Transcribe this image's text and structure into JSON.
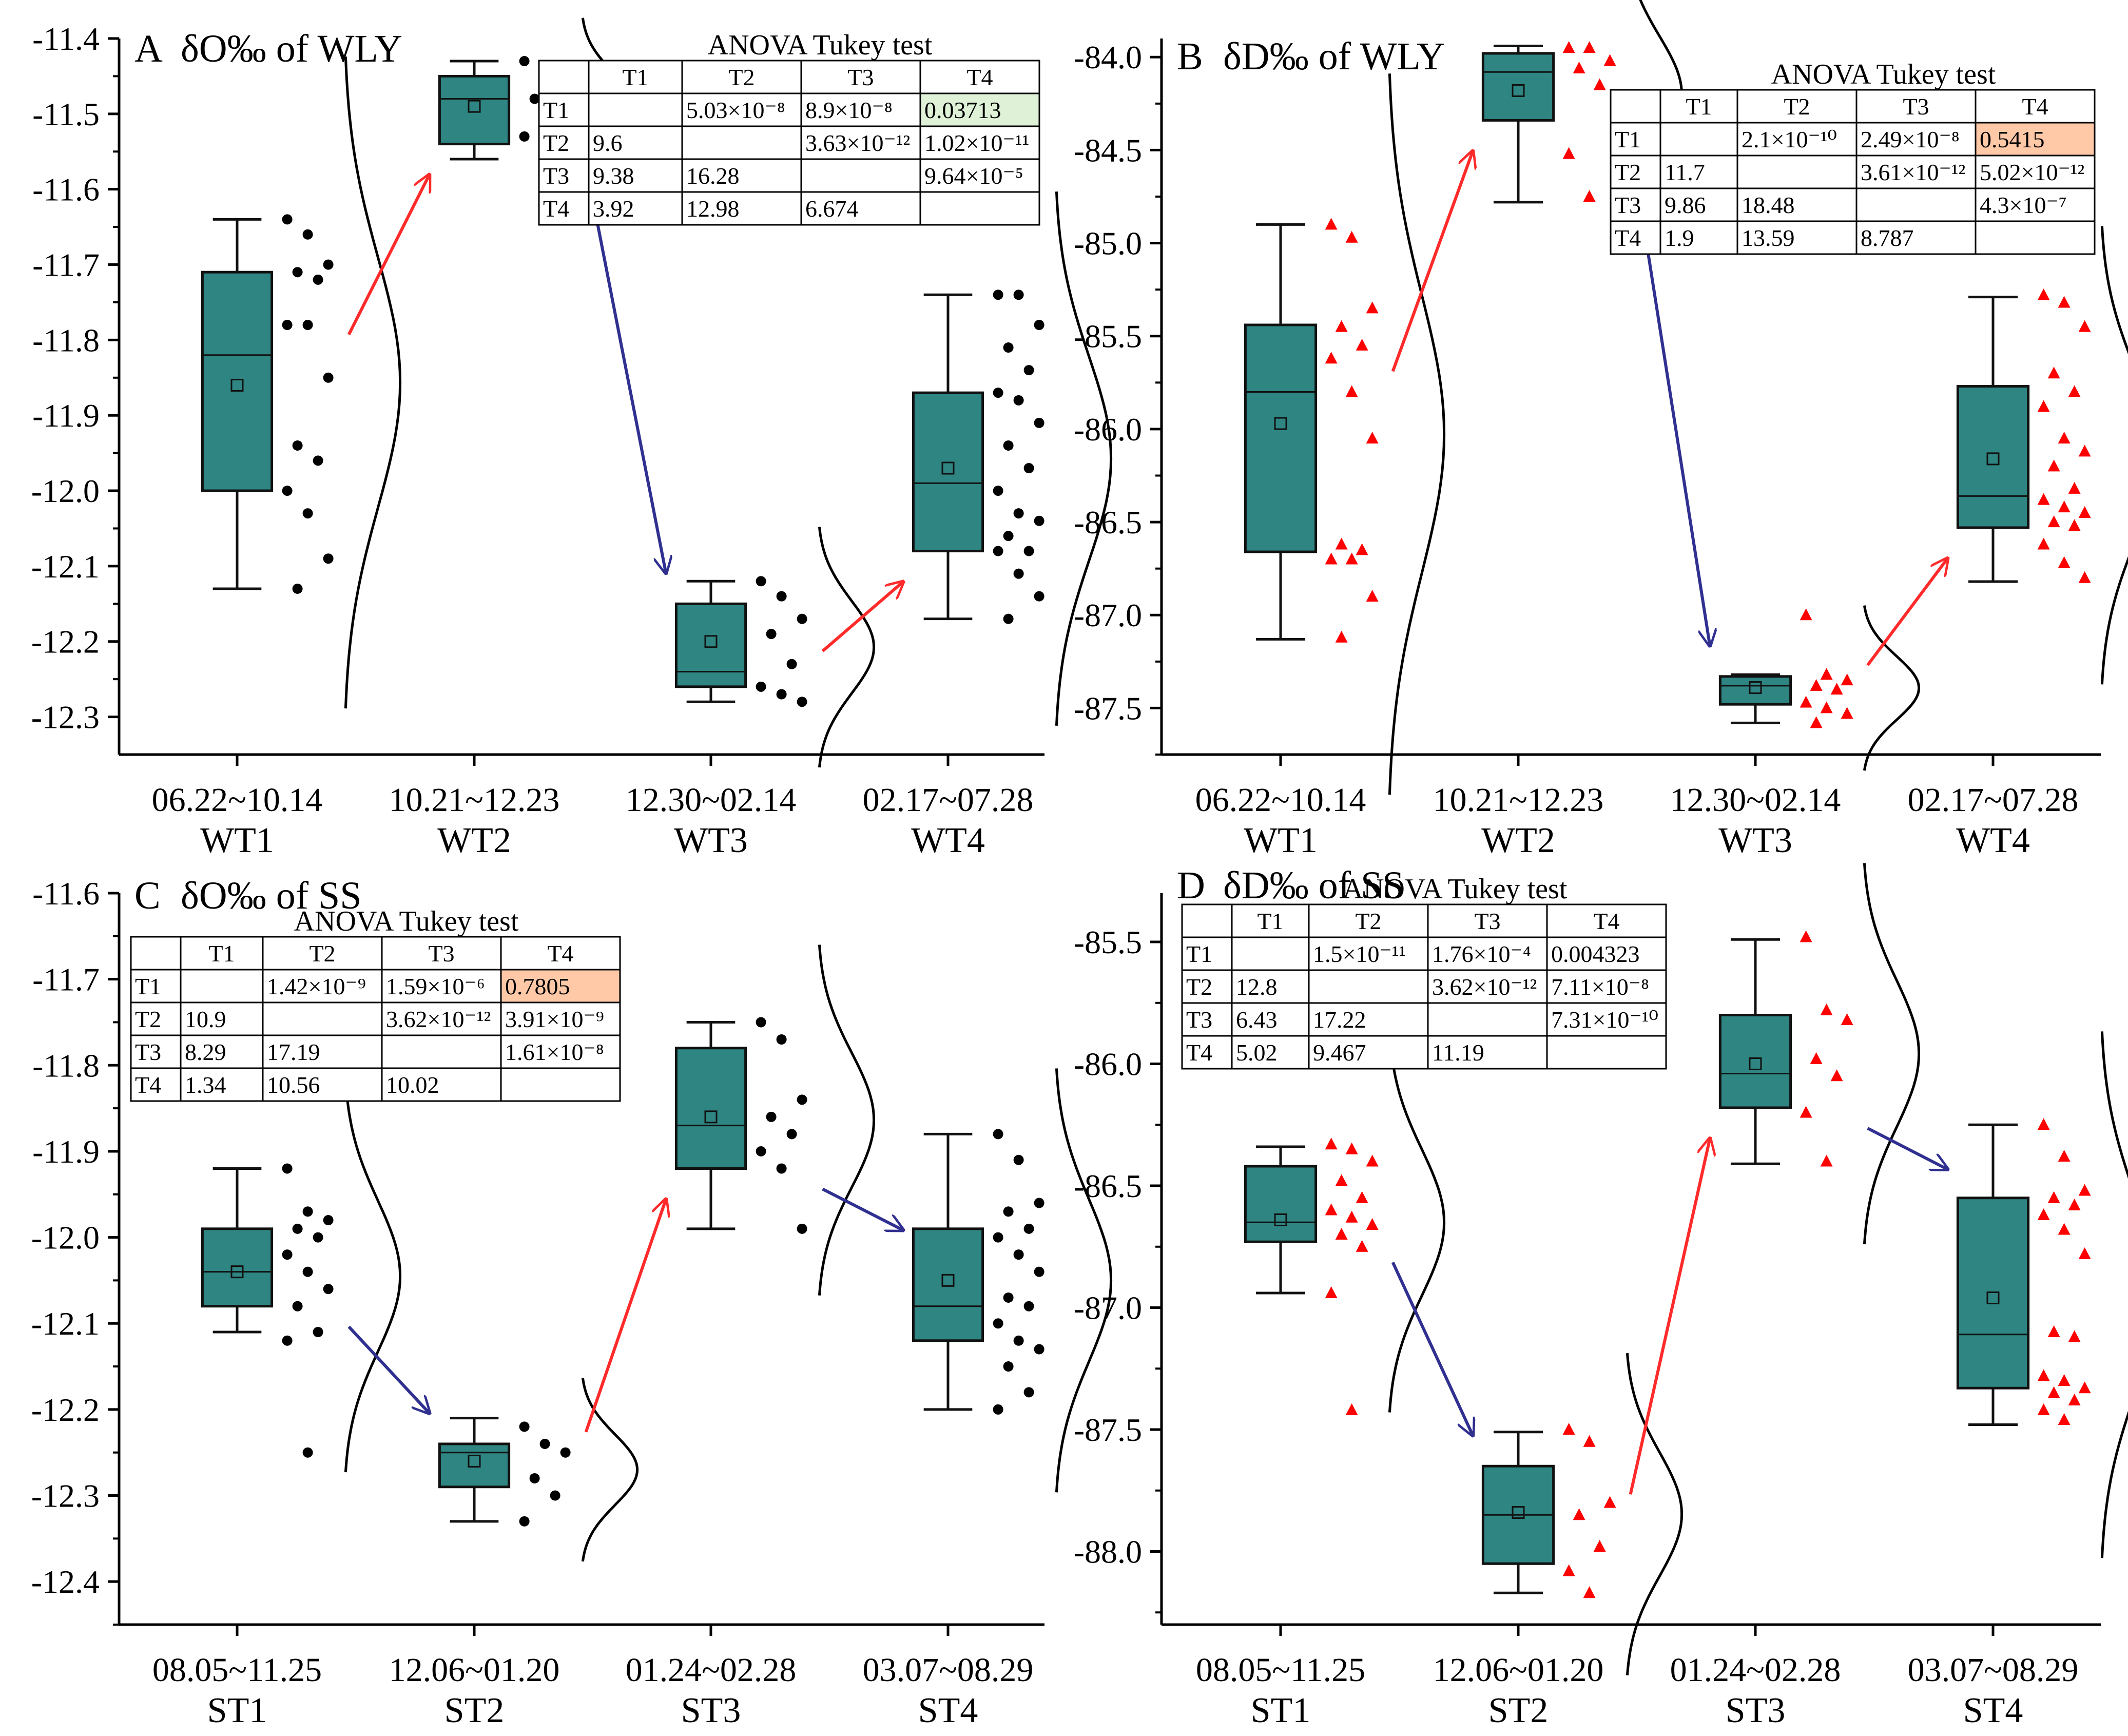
{
  "colors": {
    "box_fill": "#2e8582",
    "box_stroke": "#111111",
    "marker_black": "#000000",
    "marker_red": "#ff0000",
    "arrow_up": "#ff2a2a",
    "arrow_down": "#303090",
    "cell_green": "#dff2d8",
    "cell_orange": "#ffc9a8"
  },
  "chart_data": [
    {
      "type": "box",
      "panel_letter": "A",
      "title": "δO‰ of WLY",
      "ylim": [
        -12.35,
        -11.4
      ],
      "yticks": [
        -11.4,
        -11.5,
        -11.6,
        -11.7,
        -11.8,
        -11.9,
        -12.0,
        -12.1,
        -12.2,
        -12.3
      ],
      "ytick_labels": [
        "-11.4",
        "-11.5",
        "-11.6",
        "-11.7",
        "-11.8",
        "-11.9",
        "-12.0",
        "-12.1",
        "-12.2",
        "-12.3"
      ],
      "categories": [
        "06.22~10.14",
        "10.21~12.23",
        "12.30~02.14",
        "02.17~07.28"
      ],
      "group_labels": [
        "WT1",
        "WT2",
        "WT3",
        "WT4"
      ],
      "marker": "circle",
      "groups": [
        {
          "whisker_low": -12.13,
          "q1": -12.0,
          "median": -11.82,
          "q3": -11.71,
          "whisker_high": -11.64,
          "mean": -11.86,
          "points": [
            -11.64,
            -11.66,
            -11.7,
            -11.71,
            -11.72,
            -11.78,
            -11.78,
            -11.85,
            -11.94,
            -11.96,
            -12.0,
            -12.03,
            -12.09,
            -12.13
          ]
        },
        {
          "whisker_low": -11.56,
          "q1": -11.54,
          "median": -11.48,
          "q3": -11.45,
          "whisker_high": -11.43,
          "mean": -11.49,
          "points": [
            -11.43,
            -11.45,
            -11.46,
            -11.48,
            -11.5,
            -11.53,
            -11.54,
            -11.56
          ]
        },
        {
          "whisker_low": -12.28,
          "q1": -12.26,
          "median": -12.24,
          "q3": -12.15,
          "whisker_high": -12.12,
          "mean": -12.2,
          "points": [
            -12.12,
            -12.14,
            -12.17,
            -12.19,
            -12.23,
            -12.26,
            -12.27,
            -12.28
          ]
        },
        {
          "whisker_low": -12.17,
          "q1": -12.08,
          "median": -11.99,
          "q3": -11.87,
          "whisker_high": -11.74,
          "mean": -11.97,
          "points": [
            -11.74,
            -11.74,
            -11.78,
            -11.81,
            -11.84,
            -11.87,
            -11.88,
            -11.91,
            -11.94,
            -11.97,
            -12.0,
            -12.03,
            -12.04,
            -12.06,
            -12.08,
            -12.08,
            -12.11,
            -12.14,
            -12.17
          ]
        }
      ],
      "arrows": [
        "up",
        "down",
        "up"
      ],
      "anova_table": {
        "title": "ANOVA Tukey test",
        "header": [
          "",
          "T1",
          "T2",
          "T3",
          "T4"
        ],
        "rows": [
          [
            "T1",
            "",
            "5.03×10⁻⁸",
            "8.9×10⁻⁸",
            "0.03713"
          ],
          [
            "T2",
            "9.6",
            "",
            "3.63×10⁻¹²",
            "1.02×10⁻¹¹"
          ],
          [
            "T3",
            "9.38",
            "16.28",
            "",
            "9.64×10⁻⁵"
          ],
          [
            "T4",
            "3.92",
            "12.98",
            "6.674",
            ""
          ]
        ],
        "highlight": {
          "row": 0,
          "col": 4,
          "color": "green"
        }
      }
    },
    {
      "type": "box",
      "panel_letter": "B",
      "title": "δD‰ of WLY",
      "ylim": [
        -87.75,
        -83.9
      ],
      "yticks": [
        -84.0,
        -84.5,
        -85.0,
        -85.5,
        -86.0,
        -86.5,
        -87.0,
        -87.5
      ],
      "ytick_labels": [
        "-84.0",
        "-84.5",
        "-85.0",
        "-85.5",
        "-86.0",
        "-86.5",
        "-87.0",
        "-87.5"
      ],
      "categories": [
        "06.22~10.14",
        "10.21~12.23",
        "12.30~02.14",
        "02.17~07.28"
      ],
      "group_labels": [
        "WT1",
        "WT2",
        "WT3",
        "WT4"
      ],
      "marker": "triangle",
      "groups": [
        {
          "whisker_low": -87.13,
          "q1": -86.66,
          "median": -85.8,
          "q3": -85.44,
          "whisker_high": -84.9,
          "mean": -85.97,
          "points": [
            -84.9,
            -84.97,
            -85.35,
            -85.45,
            -85.55,
            -85.62,
            -85.8,
            -86.05,
            -86.62,
            -86.65,
            -86.7,
            -86.7,
            -86.9,
            -87.12
          ]
        },
        {
          "whisker_low": -84.78,
          "q1": -84.34,
          "median": -84.08,
          "q3": -83.98,
          "whisker_high": -83.94,
          "mean": -84.18,
          "points": [
            -83.95,
            -83.95,
            -84.02,
            -84.06,
            -84.15,
            -84.52,
            -84.75
          ]
        },
        {
          "whisker_low": -87.58,
          "q1": -87.48,
          "median": -87.38,
          "q3": -87.33,
          "whisker_high": -87.32,
          "mean": -87.39,
          "points": [
            -87.0,
            -87.32,
            -87.35,
            -87.38,
            -87.4,
            -87.47,
            -87.5,
            -87.53,
            -87.58
          ]
        },
        {
          "whisker_low": -86.82,
          "q1": -86.53,
          "median": -86.36,
          "q3": -85.77,
          "whisker_high": -85.29,
          "mean": -86.16,
          "points": [
            -85.28,
            -85.32,
            -85.45,
            -85.7,
            -85.8,
            -85.88,
            -86.05,
            -86.12,
            -86.2,
            -86.32,
            -86.38,
            -86.42,
            -86.45,
            -86.5,
            -86.52,
            -86.62,
            -86.72,
            -86.8
          ]
        }
      ],
      "arrows": [
        "up",
        "down",
        "up"
      ],
      "anova_table": {
        "title": "ANOVA Tukey test",
        "header": [
          "",
          "T1",
          "T2",
          "T3",
          "T4"
        ],
        "rows": [
          [
            "T1",
            "",
            "2.1×10⁻¹⁰",
            "2.49×10⁻⁸",
            "0.5415"
          ],
          [
            "T2",
            "11.7",
            "",
            "3.61×10⁻¹²",
            "5.02×10⁻¹²"
          ],
          [
            "T3",
            "9.86",
            "18.48",
            "",
            "4.3×10⁻⁷"
          ],
          [
            "T4",
            "1.9",
            "13.59",
            "8.787",
            ""
          ]
        ],
        "highlight": {
          "row": 0,
          "col": 4,
          "color": "orange"
        }
      }
    },
    {
      "type": "box",
      "panel_letter": "C",
      "title": "δO‰ of SS",
      "ylim": [
        -12.45,
        -11.6
      ],
      "yticks": [
        -11.6,
        -11.7,
        -11.8,
        -11.9,
        -12.0,
        -12.1,
        -12.2,
        -12.3,
        -12.4
      ],
      "ytick_labels": [
        "-11.6",
        "-11.7",
        "-11.8",
        "-11.9",
        "-12.0",
        "-12.1",
        "-12.2",
        "-12.3",
        "-12.4"
      ],
      "categories": [
        "08.05~11.25",
        "12.06~01.20",
        "01.24~02.28",
        "03.07~08.29"
      ],
      "group_labels": [
        "ST1",
        "ST2",
        "ST3",
        "ST4"
      ],
      "marker": "circle",
      "groups": [
        {
          "whisker_low": -12.11,
          "q1": -12.08,
          "median": -12.04,
          "q3": -11.99,
          "whisker_high": -11.92,
          "mean": -12.04,
          "points": [
            -11.92,
            -11.97,
            -11.98,
            -11.99,
            -12.0,
            -12.02,
            -12.04,
            -12.06,
            -12.08,
            -12.11,
            -12.12,
            -12.25
          ]
        },
        {
          "whisker_low": -12.33,
          "q1": -12.29,
          "median": -12.25,
          "q3": -12.24,
          "whisker_high": -12.21,
          "mean": -12.26,
          "points": [
            -12.22,
            -12.24,
            -12.25,
            -12.28,
            -12.3,
            -12.33
          ]
        },
        {
          "whisker_low": -11.99,
          "q1": -11.92,
          "median": -11.87,
          "q3": -11.78,
          "whisker_high": -11.75,
          "mean": -11.86,
          "points": [
            -11.75,
            -11.77,
            -11.84,
            -11.86,
            -11.88,
            -11.9,
            -11.92,
            -11.99
          ]
        },
        {
          "whisker_low": -12.2,
          "q1": -12.12,
          "median": -12.08,
          "q3": -11.99,
          "whisker_high": -11.88,
          "mean": -12.05,
          "points": [
            -11.88,
            -11.91,
            -11.96,
            -11.97,
            -11.99,
            -12.0,
            -12.02,
            -12.04,
            -12.07,
            -12.08,
            -12.1,
            -12.12,
            -12.13,
            -12.15,
            -12.18,
            -12.2
          ]
        }
      ],
      "arrows": [
        "down",
        "up",
        "down"
      ],
      "anova_table": {
        "title": "ANOVA Tukey test",
        "header": [
          "",
          "T1",
          "T2",
          "T3",
          "T4"
        ],
        "rows": [
          [
            "T1",
            "",
            "1.42×10⁻⁹",
            "1.59×10⁻⁶",
            "0.7805"
          ],
          [
            "T2",
            "10.9",
            "",
            "3.62×10⁻¹²",
            "3.91×10⁻⁹"
          ],
          [
            "T3",
            "8.29",
            "17.19",
            "",
            "1.61×10⁻⁸"
          ],
          [
            "T4",
            "1.34",
            "10.56",
            "10.02",
            ""
          ]
        ],
        "highlight": {
          "row": 0,
          "col": 4,
          "color": "orange"
        }
      }
    },
    {
      "type": "box",
      "panel_letter": "D",
      "title": "δD‰ of SS",
      "ylim": [
        -88.3,
        -85.3
      ],
      "yticks": [
        -85.5,
        -86.0,
        -86.5,
        -87.0,
        -87.5,
        -88.0
      ],
      "ytick_labels": [
        "-85.5",
        "-86.0",
        "-86.5",
        "-87.0",
        "-87.5",
        "-88.0"
      ],
      "categories": [
        "08.05~11.25",
        "12.06~01.20",
        "01.24~02.28",
        "03.07~08.29"
      ],
      "group_labels": [
        "ST1",
        "ST2",
        "ST3",
        "ST4"
      ],
      "marker": "triangle",
      "groups": [
        {
          "whisker_low": -86.94,
          "q1": -86.73,
          "median": -86.65,
          "q3": -86.42,
          "whisker_high": -86.34,
          "mean": -86.64,
          "points": [
            -86.33,
            -86.35,
            -86.4,
            -86.48,
            -86.55,
            -86.6,
            -86.63,
            -86.66,
            -86.7,
            -86.75,
            -86.94,
            -87.42
          ]
        },
        {
          "whisker_low": -88.17,
          "q1": -88.05,
          "median": -87.85,
          "q3": -87.65,
          "whisker_high": -87.51,
          "mean": -87.84,
          "points": [
            -87.5,
            -87.55,
            -87.8,
            -87.85,
            -87.98,
            -88.08,
            -88.17
          ]
        },
        {
          "whisker_low": -86.41,
          "q1": -86.18,
          "median": -86.04,
          "q3": -85.8,
          "whisker_high": -85.49,
          "mean": -86.0,
          "points": [
            -85.48,
            -85.78,
            -85.82,
            -85.98,
            -86.05,
            -86.2,
            -86.4
          ]
        },
        {
          "whisker_low": -87.48,
          "q1": -87.33,
          "median": -87.11,
          "q3": -86.55,
          "whisker_high": -86.25,
          "mean": -86.96,
          "points": [
            -86.25,
            -86.38,
            -86.52,
            -86.55,
            -86.58,
            -86.62,
            -86.68,
            -86.78,
            -87.1,
            -87.12,
            -87.28,
            -87.3,
            -87.33,
            -87.35,
            -87.38,
            -87.42,
            -87.46
          ]
        }
      ],
      "arrows": [
        "down",
        "up",
        "down"
      ],
      "anova_table": {
        "title": "ANOVA Tukey test",
        "header": [
          "",
          "T1",
          "T2",
          "T3",
          "T4"
        ],
        "rows": [
          [
            "T1",
            "",
            "1.5×10⁻¹¹",
            "1.76×10⁻⁴",
            "0.004323"
          ],
          [
            "T2",
            "12.8",
            "",
            "3.62×10⁻¹²",
            "7.11×10⁻⁸"
          ],
          [
            "T3",
            "6.43",
            "17.22",
            "",
            "7.31×10⁻¹⁰"
          ],
          [
            "T4",
            "5.02",
            "9.467",
            "11.19",
            ""
          ]
        ],
        "highlight": null
      }
    }
  ]
}
